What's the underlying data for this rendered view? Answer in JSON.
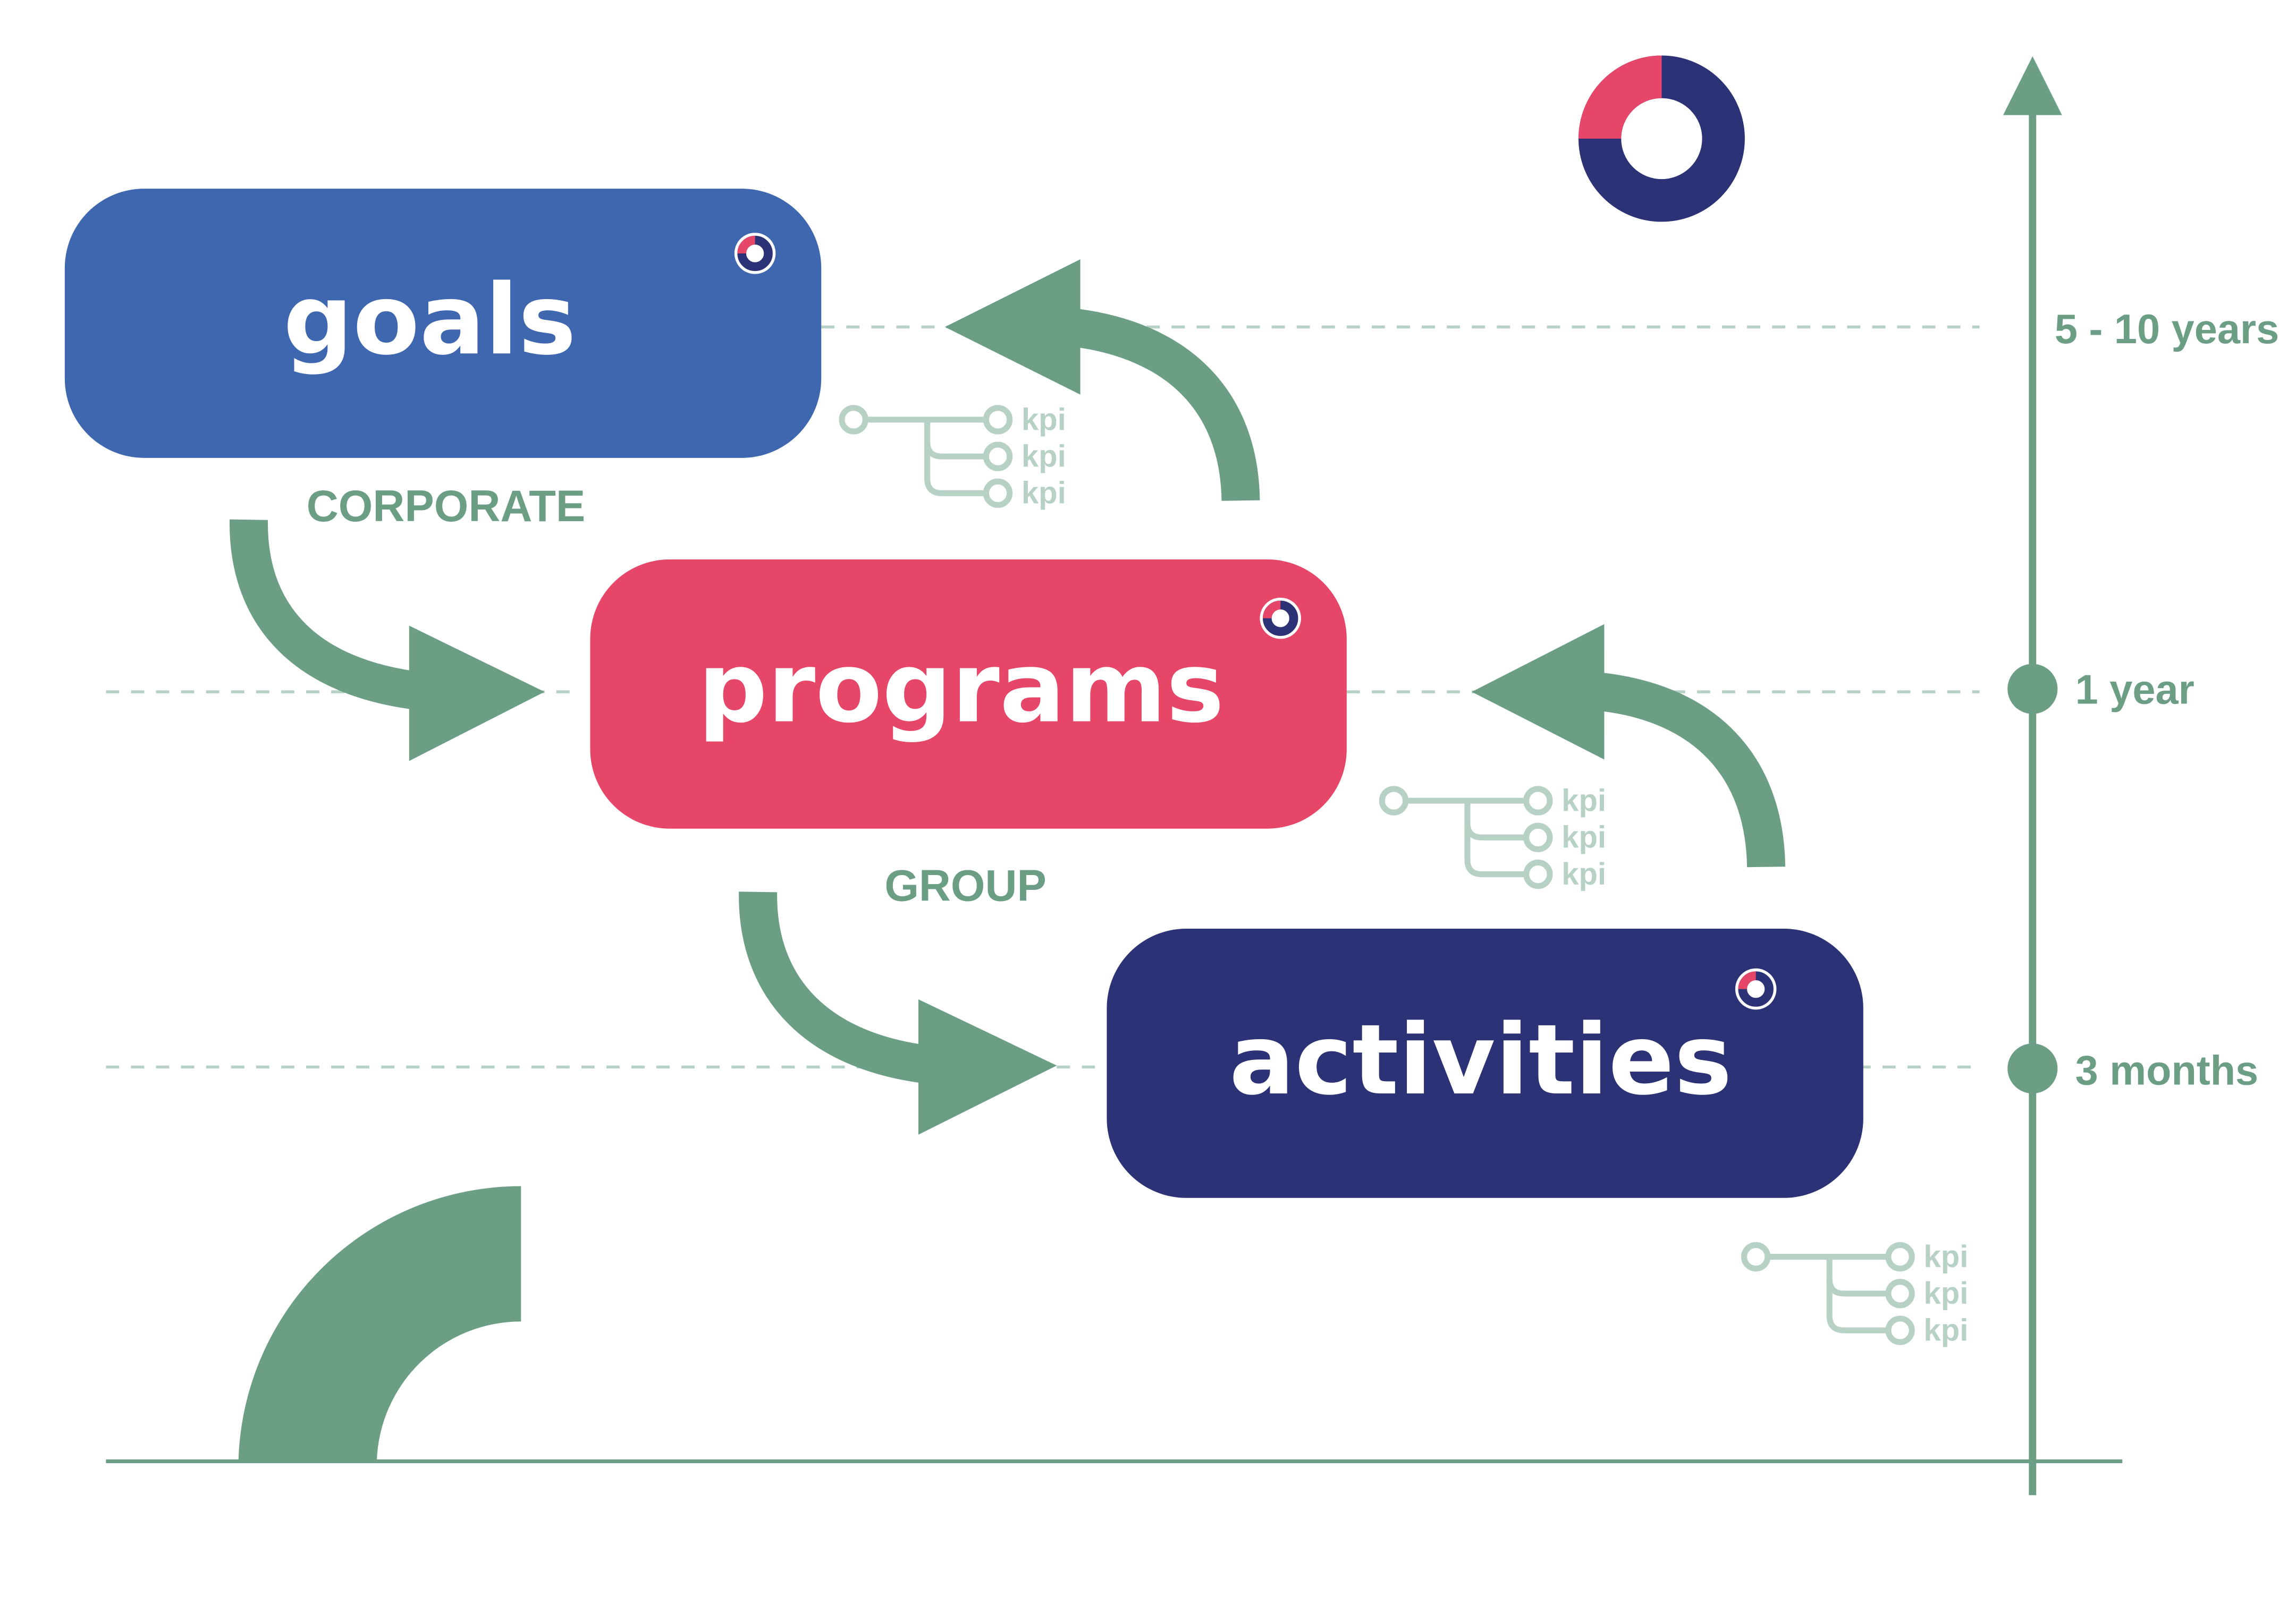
{
  "colors": {
    "goals": "#3f67b0",
    "programs": "#e64668",
    "activities": "#2b3275",
    "accent": "#6b9e85",
    "accent_light": "#b7d2c4",
    "donut_red": "#e64668",
    "donut_navy": "#2b3275",
    "text_white": "#ffffff"
  },
  "levels": {
    "goals": {
      "title": "goals",
      "sublabel": "CORPORATE"
    },
    "programs": {
      "title": "programs",
      "sublabel": "GROUP"
    },
    "activities": {
      "title": "activities"
    }
  },
  "kpi_label": "kpi",
  "timeline": {
    "ticks": [
      {
        "label": "5 - 10 years"
      },
      {
        "label": "1 year"
      },
      {
        "label": "3 months"
      }
    ]
  },
  "icons": {
    "progress": "donut-progress-icon",
    "kpi_tree": "kpi-tree-icon",
    "flow": "curved-arrow-icon"
  }
}
